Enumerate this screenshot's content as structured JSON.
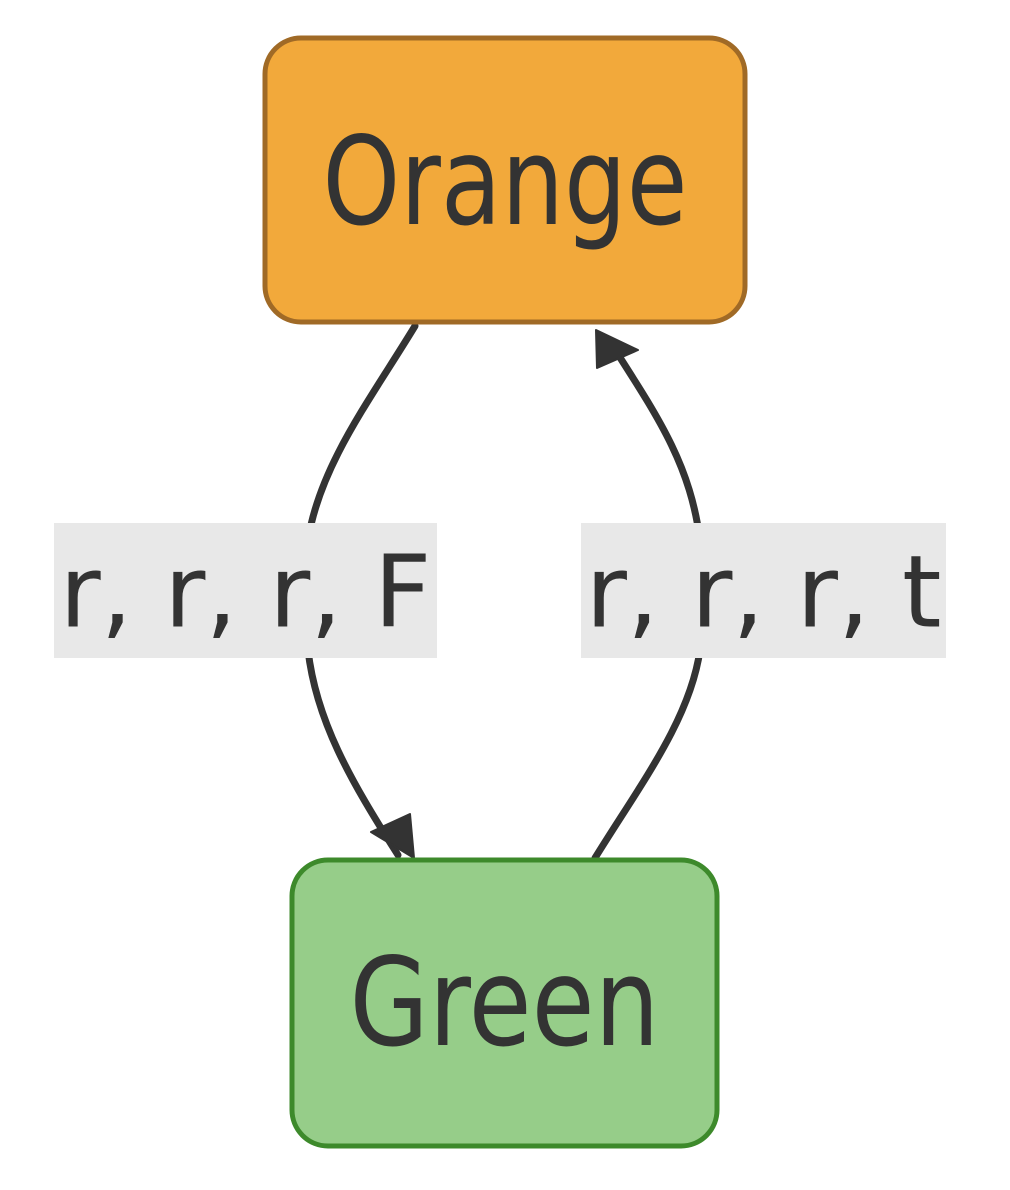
{
  "diagram": {
    "type": "flowchart",
    "nodes": [
      {
        "id": "orange",
        "label": "Orange",
        "fill": "#f2a93b",
        "stroke": "#a06a26"
      },
      {
        "id": "green",
        "label": "Green",
        "fill": "#96cd89",
        "stroke": "#3d8a2b"
      }
    ],
    "edges": [
      {
        "id": "orange-to-green",
        "from": "orange",
        "to": "green",
        "label": "r, r, r, F"
      },
      {
        "id": "green-to-orange",
        "from": "green",
        "to": "orange",
        "label": "r, r, r, t"
      }
    ],
    "colors": {
      "edge": "#333333",
      "edge_label_background": "#e8e8e8",
      "text": "#333333"
    }
  }
}
